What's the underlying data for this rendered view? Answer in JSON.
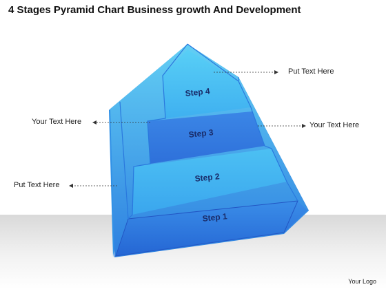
{
  "title": "4 Stages Pyramid Chart Business growth And Development",
  "steps": [
    "Step 1",
    "Step 2",
    "Step 3",
    "Step 4"
  ],
  "callouts": [
    {
      "text": "Put Text Here"
    },
    {
      "text": "Your Text Here"
    },
    {
      "text": "Your Text Here"
    },
    {
      "text": "Put Text Here"
    }
  ],
  "logo": "Your Logo",
  "colors": {
    "front_light": "#5cc8f2",
    "front_mid": "#3a9ee8",
    "front_dark": "#2a6fd6",
    "side_dark": "#1f5fc8",
    "top_light": "#7fd6f7"
  }
}
